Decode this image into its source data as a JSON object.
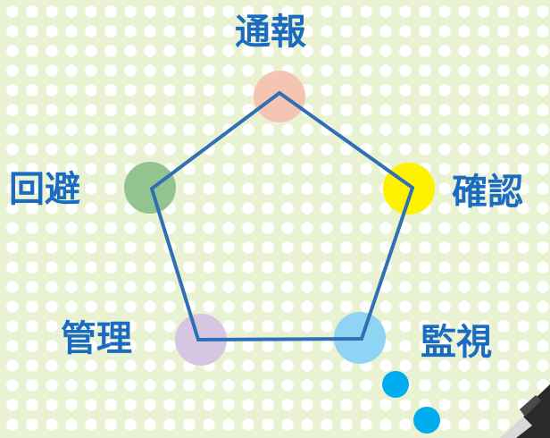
{
  "diagram": {
    "labels": {
      "top": "通報",
      "right": "確認",
      "bottom_right": "監視",
      "bottom_left": "管理",
      "left": "回避"
    },
    "colors": {
      "background": "#eaf2d4",
      "background_dot": "#ffffff",
      "label_text": "#1b6bc1",
      "pentagon_stroke": "#2f6fb5",
      "node_top": "#f6c4b2",
      "node_right": "#fff200",
      "node_bottom_right": "#8fd4f5",
      "node_bottom_left": "#d6c6e1",
      "node_left": "#93c48f",
      "trail_dots": "#00aeef"
    }
  }
}
